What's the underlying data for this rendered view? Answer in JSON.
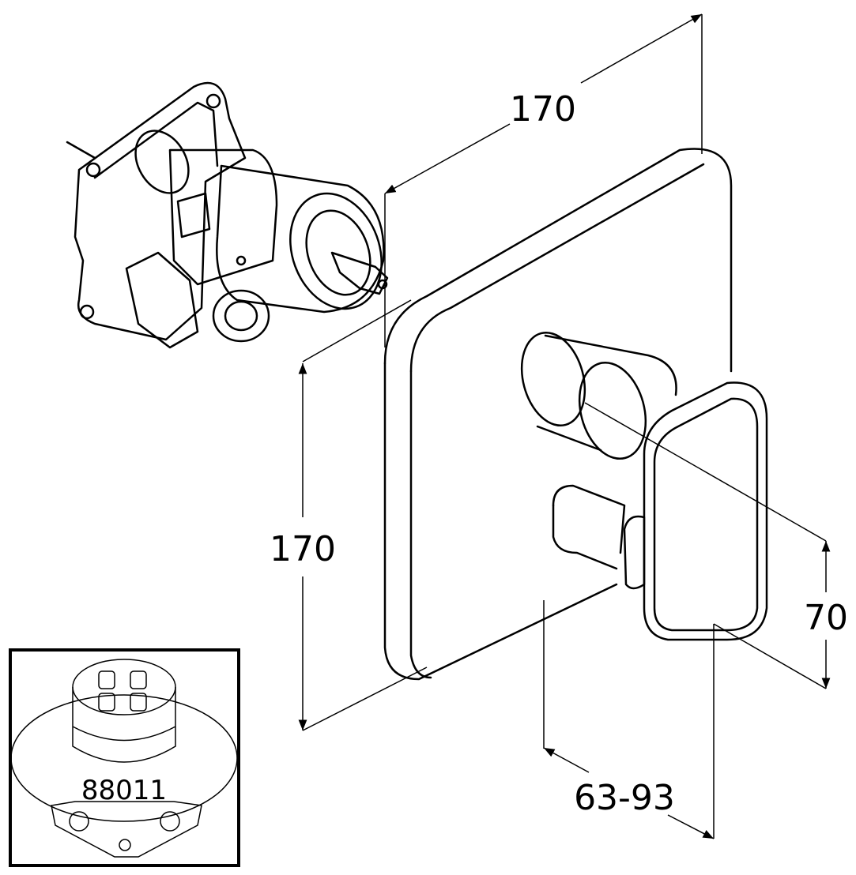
{
  "dimensions": {
    "width_top": "170",
    "height_left": "170",
    "handle_height": "70",
    "projection_range": "63-93"
  },
  "inset": {
    "part_number": "88011"
  }
}
